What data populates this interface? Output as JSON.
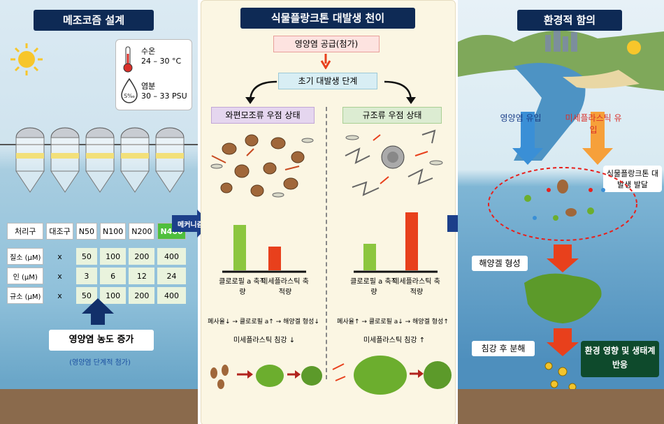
{
  "left": {
    "title": "메조코즘 설계",
    "temp_label": "수온",
    "temp_value": "24 – 30 °C",
    "salinity_icon_text": "S‰",
    "salinity_label": "염분",
    "salinity_value": "30 – 33 PSU",
    "table": {
      "header": [
        "처리구",
        "대조구",
        "N50",
        "N100",
        "N200",
        "N400"
      ],
      "rows": [
        {
          "label": "질소 (μM)",
          "values": [
            "x",
            "50",
            "100",
            "200",
            "400"
          ]
        },
        {
          "label": "인 (μM)",
          "values": [
            "x",
            "3",
            "6",
            "12",
            "24"
          ]
        },
        {
          "label": "규소 (μM)",
          "values": [
            "x",
            "50",
            "100",
            "200",
            "400"
          ]
        }
      ]
    },
    "nutrient_increase": "영양염 농도 증가",
    "nutrient_step": "(영양염 단계적 첨가)",
    "mechanism": "메커니즘"
  },
  "mid": {
    "title": "식물플랑크톤 대발생 천이",
    "supply": "영양염 공급(첨가)",
    "initial": "초기 대발생 단계",
    "dino": "와편모조류 우점 상태",
    "diatom": "규조류 우점 상태",
    "chl_label": "클로로필 a 축적량",
    "mp_label": "미세플라스틱 축적량",
    "chain_left": "폐사율↓ → 클로로필 a↑ → 해양겔 형성↓",
    "chain_right": "폐사율↑ → 클로로필 a↓ → 해양겔 형성↑",
    "sink_left": "미세플라스틱 침강 ↓",
    "sink_right": "미세플라스틱 침강 ↑",
    "bars": {
      "dino": {
        "chl": 0.72,
        "mp": 0.38
      },
      "diatom": {
        "chl": 0.42,
        "mp": 0.92
      }
    },
    "colors": {
      "chl": "#8cc63f",
      "mp": "#e8401c"
    }
  },
  "right": {
    "title": "환경적 함의",
    "nutrient_in": "영양염 유입",
    "mp_in": "미세플라스틱 유입",
    "bloom": "식물플랑크톤 대발생 발달",
    "gel": "해양겔 형성",
    "sink": "침강 후 분해",
    "impact": "환경 영향 및 생태계 반응"
  }
}
